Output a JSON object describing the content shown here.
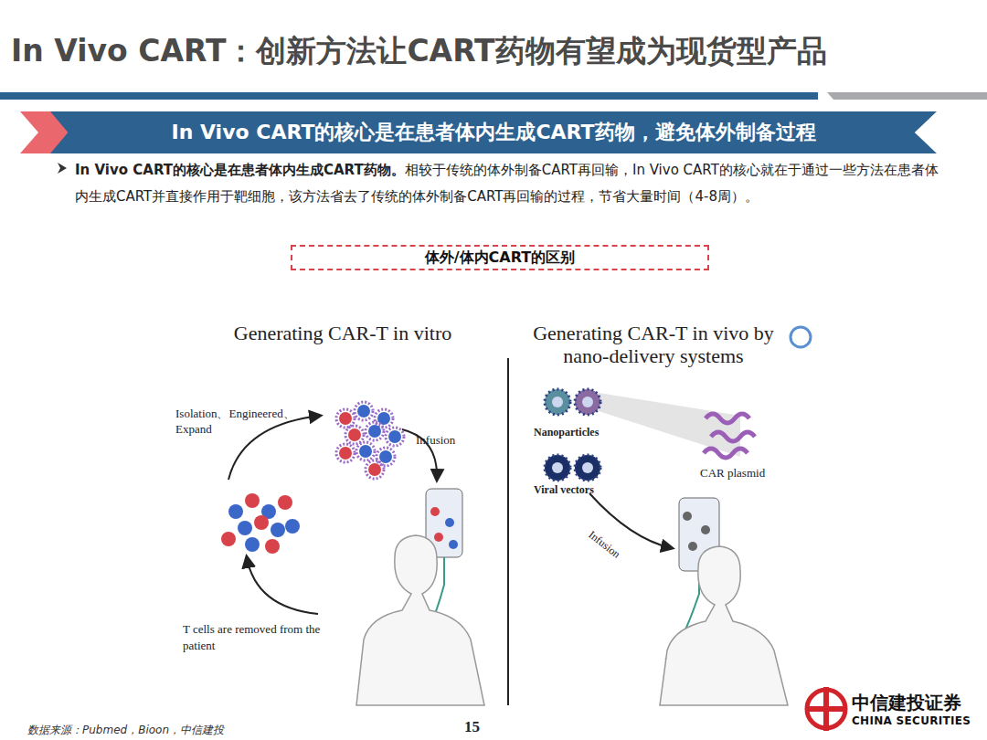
{
  "diagram": {
    "title": "In Vivo CART：创新方法让CART药物有望成为现货型产品",
    "nodes": [
      {
        "text": [
          "In Vivo CART的核心是在患者体内生成CART药物，避免体外制备过程"
        ]
      },
      {
        "text": [
          "体外/体内CART的区别"
        ]
      }
    ],
    "labels": [
      "In Vivo CART的核心是在患者体内生成CART药物。",
      "相较于传统的体外制备CART再回输，In Vivo CART的核心就在于通过一些方法在患者体内生成CART并直接作用于靶细胞，该方法省去了传统的体外制备CART再回输的过程，节省大量时间（4-8周）。",
      "Generating CAR-T in vitro",
      "Isolation、Engineered、 Expand",
      "Infusion",
      "T cells are removed from the patient",
      "Generating CAR-T in vivo by nano-delivery systems",
      "Nanoparticles",
      "Viral vectors",
      "CAR plasmid",
      "Infusion",
      "数据来源：Pubmed，Bioon，中信建投",
      "15",
      "中信建投证券",
      "CHINA SECURITIES"
    ]
  }
}
